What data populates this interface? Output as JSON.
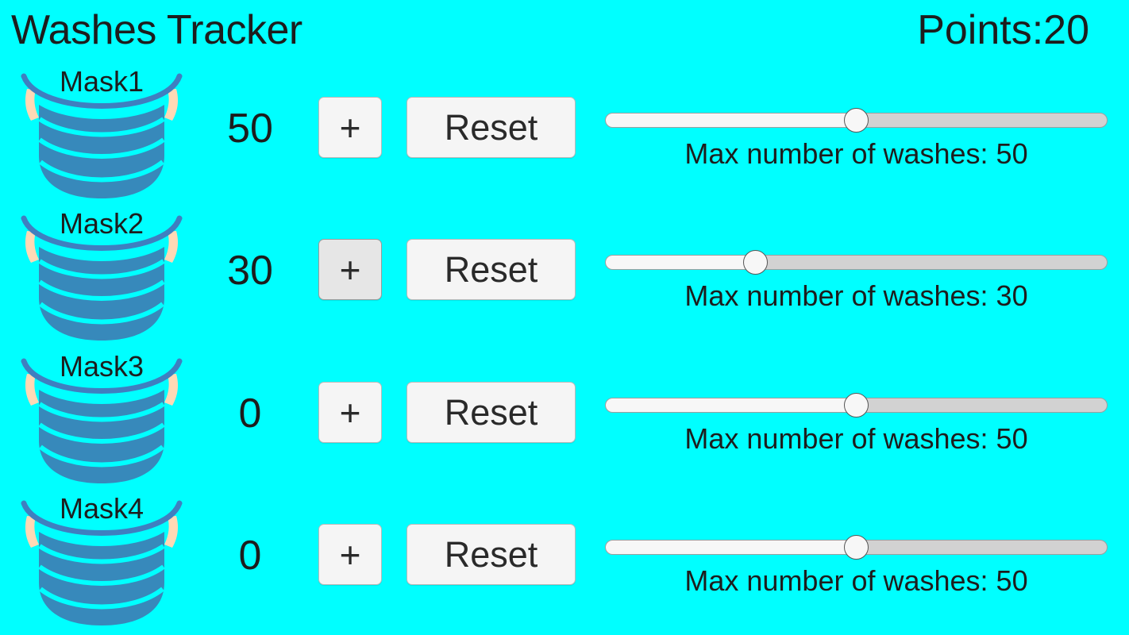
{
  "header": {
    "title": "Washes Tracker",
    "points_label": "Points:20",
    "points_value": 20
  },
  "slider": {
    "min": 0,
    "max": 100,
    "caption_prefix": "Max number of washes: "
  },
  "buttons": {
    "increment_label": "+",
    "reset_label": "Reset"
  },
  "rows": [
    {
      "name": "Mask1",
      "count": "50",
      "max_washes": 50,
      "slider_percent": 50,
      "caption": "Max number of washes: 50",
      "plus_active": false
    },
    {
      "name": "Mask2",
      "count": "30",
      "max_washes": 30,
      "slider_percent": 30,
      "caption": "Max number of washes: 30",
      "plus_active": true
    },
    {
      "name": "Mask3",
      "count": "0",
      "max_washes": 50,
      "slider_percent": 50,
      "caption": "Max number of washes: 50",
      "plus_active": false
    },
    {
      "name": "Mask4",
      "count": "0",
      "max_washes": 50,
      "slider_percent": 50,
      "caption": "Max number of washes: 50",
      "plus_active": false
    }
  ],
  "colors": {
    "background": "#00ffff",
    "mask_body": "#3789bb",
    "mask_band": "#3f7fc0",
    "mask_strap": "#ffd9b5",
    "button_face": "#f5f5f5",
    "button_active_face": "#e6e6e6",
    "text": "#1d1d1d"
  },
  "icons": {
    "mask": "face-mask-icon"
  }
}
